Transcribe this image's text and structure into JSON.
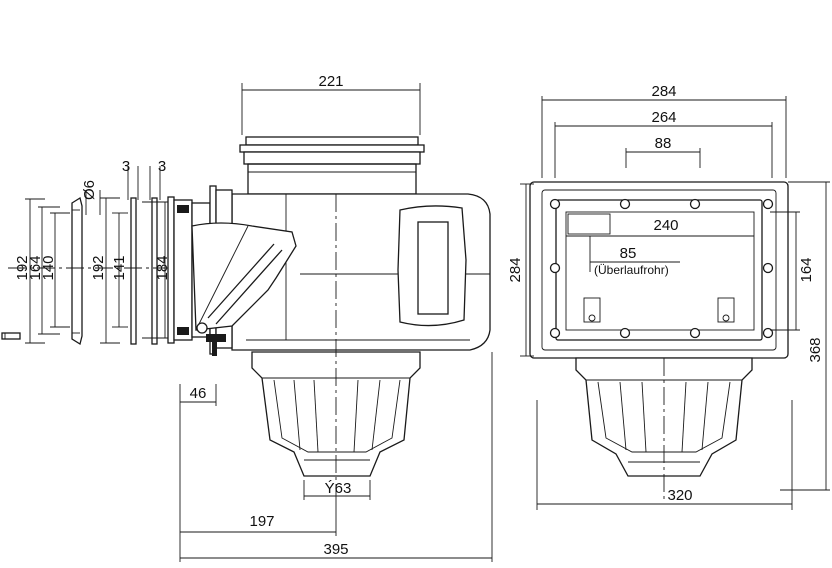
{
  "dimensions": {
    "side_view": {
      "top_width": "221",
      "offset_46": "46",
      "inlet_63": "Ý63",
      "center_197": "197",
      "total_395": "395"
    },
    "flange_parts": {
      "height_192_outer": "192",
      "height_164": "164",
      "height_140": "140",
      "diameter_6": "Ø6",
      "height_192": "192",
      "height_141": "141",
      "height_184": "184",
      "thickness_3a": "3",
      "thickness_3b": "3"
    },
    "front_view": {
      "width_284": "284",
      "width_264": "264",
      "width_88": "88",
      "width_240": "240",
      "width_85": "85",
      "overflow_label": "(Überlaufrohr)",
      "height_284": "284",
      "height_164": "164",
      "height_368": "368",
      "width_320": "320"
    }
  }
}
